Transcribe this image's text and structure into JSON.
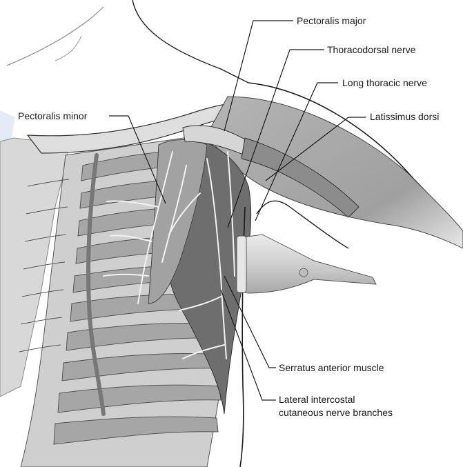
{
  "labels": {
    "pectoralis_major": "Pectoralis major",
    "thoracodorsal_nerve": "Thoracodorsal nerve",
    "long_thoracic_nerve": "Long thoracic nerve",
    "latissimus_dorsi": "Latissimus dorsi",
    "pectoralis_minor": "Pectoralis minor",
    "serratus_anterior_muscle": "Serratus anterior muscle",
    "lateral_intercostal_line1": "Lateral intercostal",
    "lateral_intercostal_line2": "cutaneous nerve branches"
  },
  "colors": {
    "ink": "#1a1a1a",
    "muscle_light": "#b9b9b9",
    "muscle_mid": "#9c9c9c",
    "muscle_dark": "#6e6e6e",
    "bone": "#dcdcdc",
    "nerve": "#f2f2f2",
    "probe": "#d6d6d6",
    "accent_blue": "#e3ecf6"
  }
}
